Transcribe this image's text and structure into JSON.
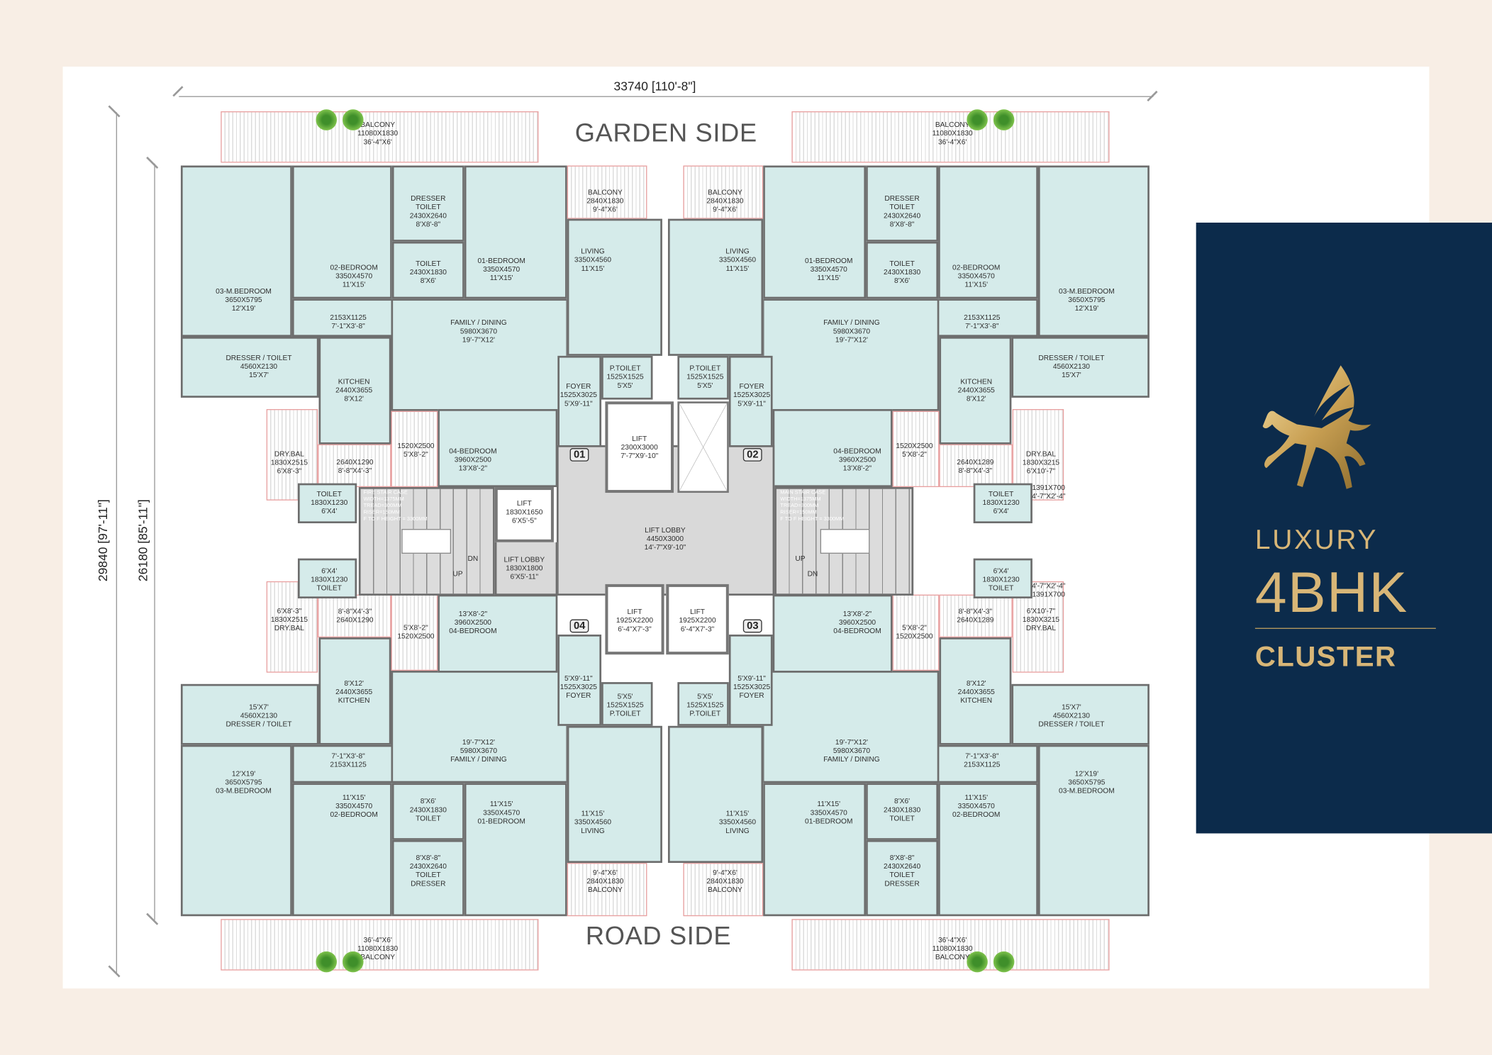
{
  "dimensions": {
    "top": "33740 [110'-8\"]",
    "outer_height": "29840 [97'-11\"]",
    "inner_height": "26180 [85'-11\"]"
  },
  "sides": {
    "top": "GARDEN SIDE",
    "bottom": "ROAD SIDE"
  },
  "brand": {
    "line1": "LUXURY",
    "line2": "4BHK",
    "line3": "CLUSTER",
    "gold": "#d8b677",
    "navy": "#0c2b4b"
  },
  "core": {
    "lift_main": [
      "LIFT",
      "2300X3000",
      "7'-7\"X9'-10\""
    ],
    "lift_small": [
      "LIFT",
      "1830X1650",
      "6'X5'-5\""
    ],
    "lift_lobby_small": [
      "LIFT LOBBY",
      "1830X1800",
      "6'X5'-11\""
    ],
    "lift_lobby": [
      "LIFT LOBBY",
      "4450X3000",
      "14'-7\"X9'-10\""
    ],
    "lift_b1": [
      "LIFT",
      "1925X2200",
      "6'-4\"X7'-3\""
    ],
    "lift_b2": [
      "LIFT",
      "1925X2200",
      "6'-4\"X7'-3\""
    ],
    "fire_stair": [
      "FIRE STAIR CASE",
      "WIDTH=1375MM",
      "TREAD=300MM",
      "RISER=150MM",
      "F TO F HEIGHT = 3300MM"
    ],
    "main_stair": [
      "MAIN STAIR CASE",
      "WIDTH=1375MM",
      "TREAD=300MM",
      "RISER=150MM",
      "F TO F HEIGHT = 3300MM"
    ],
    "dn": "DN",
    "up": "UP",
    "dn2": "DN",
    "up2": "UP"
  },
  "units": [
    {
      "id": "01",
      "rooms": {
        "balcony_big": [
          "BALCONY",
          "11080X1830",
          "36'-4\"X6'"
        ],
        "mbed": [
          "03-M.BEDROOM",
          "3650X5795",
          "12'X19'"
        ],
        "bed02": [
          "02-BEDROOM",
          "3350X4570",
          "11'X15'"
        ],
        "dresser": [
          "DRESSER",
          "TOILET",
          "2430X2640",
          "8'X8'-8\""
        ],
        "toilet": [
          "TOILET",
          "2430X1830",
          "8'X6'"
        ],
        "bed01": [
          "01-BEDROOM",
          "3350X4570",
          "11'X15'"
        ],
        "passage": [
          "2153X1125",
          "7'-1\"X3'-8\""
        ],
        "mtoilet": [
          "DRESSER / TOILET",
          "4560X2130",
          "15'X7'"
        ],
        "kitchen": [
          "KITCHEN",
          "2440X3655",
          "8'X12'"
        ],
        "family": [
          "FAMILY / DINING",
          "5980X3670",
          "19'-7\"X12'"
        ],
        "balcony": [
          "BALCONY",
          "2840X1830",
          "9'-4\"X6'"
        ],
        "living": [
          "LIVING",
          "3350X4560",
          "11'X15'"
        ],
        "ptoilet": [
          "P.TOILET",
          "1525X1525",
          "5'X5'"
        ],
        "foyer": [
          "FOYER",
          "1525X3025",
          "5'X9'-11\""
        ],
        "bed04": [
          "04-BEDROOM",
          "3960X2500",
          "13'X8'-2\""
        ],
        "drybal": [
          "DRY.BAL",
          "1830X2515",
          "6'X8'-3\""
        ],
        "p1520": [
          "1520X2500",
          "5'X8'-2\""
        ],
        "p2640": [
          "2640X1290",
          "8'-8\"X4'-3\""
        ],
        "toilet2": [
          "TOILET",
          "1830X1230",
          "6'X4'"
        ]
      }
    },
    {
      "id": "02",
      "rooms": {
        "balcony_big": [
          "BALCONY",
          "11080X1830",
          "36'-4\"X6'"
        ],
        "mbed": [
          "03-M.BEDROOM",
          "3650X5795",
          "12'X19'"
        ],
        "bed02": [
          "02-BEDROOM",
          "3350X4570",
          "11'X15'"
        ],
        "dresser": [
          "DRESSER",
          "TOILET",
          "2430X2640",
          "8'X8'-8\""
        ],
        "toilet": [
          "TOILET",
          "2430X1830",
          "8'X6'"
        ],
        "bed01": [
          "01-BEDROOM",
          "3350X4570",
          "11'X15'"
        ],
        "passage": [
          "2153X1125",
          "7'-1\"X3'-8\""
        ],
        "mtoilet": [
          "DRESSER / TOILET",
          "4560X2130",
          "15'X7'"
        ],
        "kitchen": [
          "KITCHEN",
          "2440X3655",
          "8'X12'"
        ],
        "family": [
          "FAMILY / DINING",
          "5980X3670",
          "19'-7\"X12'"
        ],
        "balcony": [
          "BALCONY",
          "2840X1830",
          "9'-4\"X6'"
        ],
        "living": [
          "LIVING",
          "3350X4560",
          "11'X15'"
        ],
        "ptoilet": [
          "P.TOILET",
          "1525X1525",
          "5'X5'"
        ],
        "foyer": [
          "FOYER",
          "1525X3025",
          "5'X9'-11\""
        ],
        "bed04": [
          "04-BEDROOM",
          "3960X2500",
          "13'X8'-2\""
        ],
        "drybal": [
          "DRY.BAL",
          "1830X3215",
          "6'X10'-7\""
        ],
        "p1520": [
          "1520X2500",
          "5'X8'-2\""
        ],
        "p2640": [
          "2640X1289",
          "8'-8\"X4'-3\""
        ],
        "toilet2": [
          "TOILET",
          "1830X1230",
          "6'X4'"
        ],
        "extra": [
          "1391X700",
          "4'-7\"X2'-4\""
        ]
      }
    },
    {
      "id": "03",
      "rooms": {
        "balcony_big": [
          "36'-4\"X6'",
          "11080X1830",
          "BALCONY"
        ],
        "mbed": [
          "12'X19'",
          "3650X5795",
          "03-M.BEDROOM"
        ],
        "bed02": [
          "11'X15'",
          "3350X4570",
          "02-BEDROOM"
        ],
        "dresser": [
          "8'X8'-8\"",
          "2430X2640",
          "TOILET",
          "DRESSER"
        ],
        "toilet": [
          "8'X6'",
          "2430X1830",
          "TOILET"
        ],
        "bed01": [
          "11'X15'",
          "3350X4570",
          "01-BEDROOM"
        ],
        "passage": [
          "7'-1\"X3'-8\"",
          "2153X1125"
        ],
        "mtoilet": [
          "15'X7'",
          "4560X2130",
          "DRESSER / TOILET"
        ],
        "kitchen": [
          "8'X12'",
          "2440X3655",
          "KITCHEN"
        ],
        "family": [
          "19'-7\"X12'",
          "5980X3670",
          "FAMILY / DINING"
        ],
        "balcony": [
          "9'-4\"X6'",
          "2840X1830",
          "BALCONY"
        ],
        "living": [
          "11'X15'",
          "3350X4560",
          "LIVING"
        ],
        "ptoilet": [
          "5'X5'",
          "1525X1525",
          "P.TOILET"
        ],
        "foyer": [
          "5'X9'-11\"",
          "1525X3025",
          "FOYER"
        ],
        "bed04": [
          "13'X8'-2\"",
          "3960X2500",
          "04-BEDROOM"
        ],
        "drybal": [
          "6'X10'-7\"",
          "1830X3215",
          "DRY.BAL"
        ],
        "p1520": [
          "5'X8'-2\"",
          "1520X2500"
        ],
        "p2640": [
          "8'-8\"X4'-3\"",
          "2640X1289"
        ],
        "toilet2": [
          "6'X4'",
          "1830X1230",
          "TOILET"
        ],
        "extra": [
          "4'-7\"X2'-4\"",
          "1391X700"
        ]
      }
    },
    {
      "id": "04",
      "rooms": {
        "balcony_big": [
          "36'-4\"X6'",
          "11080X1830",
          "BALCONY"
        ],
        "mbed": [
          "12'X19'",
          "3650X5795",
          "03-M.BEDROOM"
        ],
        "bed02": [
          "11'X15'",
          "3350X4570",
          "02-BEDROOM"
        ],
        "dresser": [
          "8'X8'-8\"",
          "2430X2640",
          "TOILET",
          "DRESSER"
        ],
        "toilet": [
          "8'X6'",
          "2430X1830",
          "TOILET"
        ],
        "bed01": [
          "11'X15'",
          "3350X4570",
          "01-BEDROOM"
        ],
        "passage": [
          "7'-1\"X3'-8\"",
          "2153X1125"
        ],
        "mtoilet": [
          "15'X7'",
          "4560X2130",
          "DRESSER / TOILET"
        ],
        "kitchen": [
          "8'X12'",
          "2440X3655",
          "KITCHEN"
        ],
        "family": [
          "19'-7\"X12'",
          "5980X3670",
          "FAMILY / DINING"
        ],
        "balcony": [
          "9'-4\"X6'",
          "2840X1830",
          "BALCONY"
        ],
        "living": [
          "11'X15'",
          "3350X4560",
          "LIVING"
        ],
        "ptoilet": [
          "5'X5'",
          "1525X1525",
          "P.TOILET"
        ],
        "foyer": [
          "5'X9'-11\"",
          "1525X3025",
          "FOYER"
        ],
        "bed04": [
          "13'X8'-2\"",
          "3960X2500",
          "04-BEDROOM"
        ],
        "drybal": [
          "6'X8'-3\"",
          "1830X2515",
          "DRY.BAL"
        ],
        "p1520": [
          "5'X8'-2\"",
          "1520X2500"
        ],
        "p2640": [
          "8'-8\"X4'-3\"",
          "2640X1290"
        ],
        "toilet2": [
          "6'X4'",
          "1830X1230",
          "TOILET"
        ]
      }
    }
  ]
}
